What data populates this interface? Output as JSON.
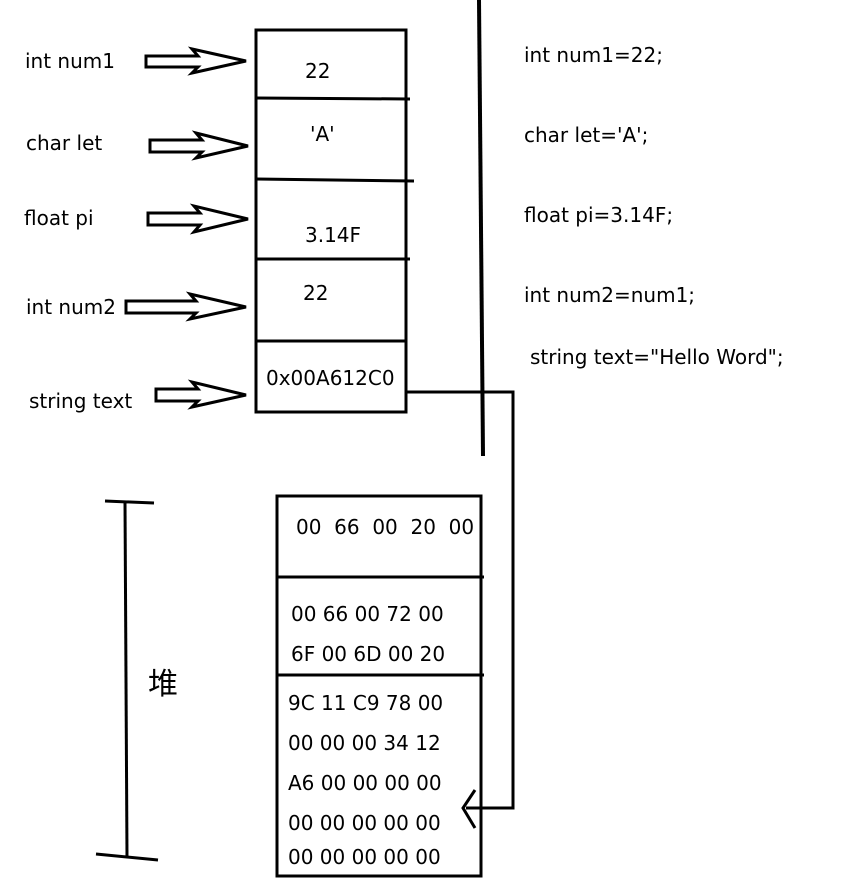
{
  "stack": {
    "labels": [
      "int num1",
      "char let",
      "float pi",
      "int num2",
      "string text"
    ],
    "values": [
      "22",
      "'A'",
      "3.14F",
      "22",
      "0x00A612C0"
    ]
  },
  "code": {
    "lines": [
      "int num1=22;",
      "char let='A';",
      "float pi=3.14F;",
      "int num2=num1;",
      "string text=\"Hello Word\";"
    ]
  },
  "heap": {
    "label": "堆",
    "cells": [
      [
        "00  66  00  20  00"
      ],
      [
        "00 66 00 72 00",
        "6F 00 6D 00 20"
      ],
      [
        "9C 11 C9 78 00",
        "00 00 00 34 12",
        "A6 00 00 00 00",
        "00 00 00 00 00",
        "00 00 00 00 00"
      ]
    ]
  }
}
